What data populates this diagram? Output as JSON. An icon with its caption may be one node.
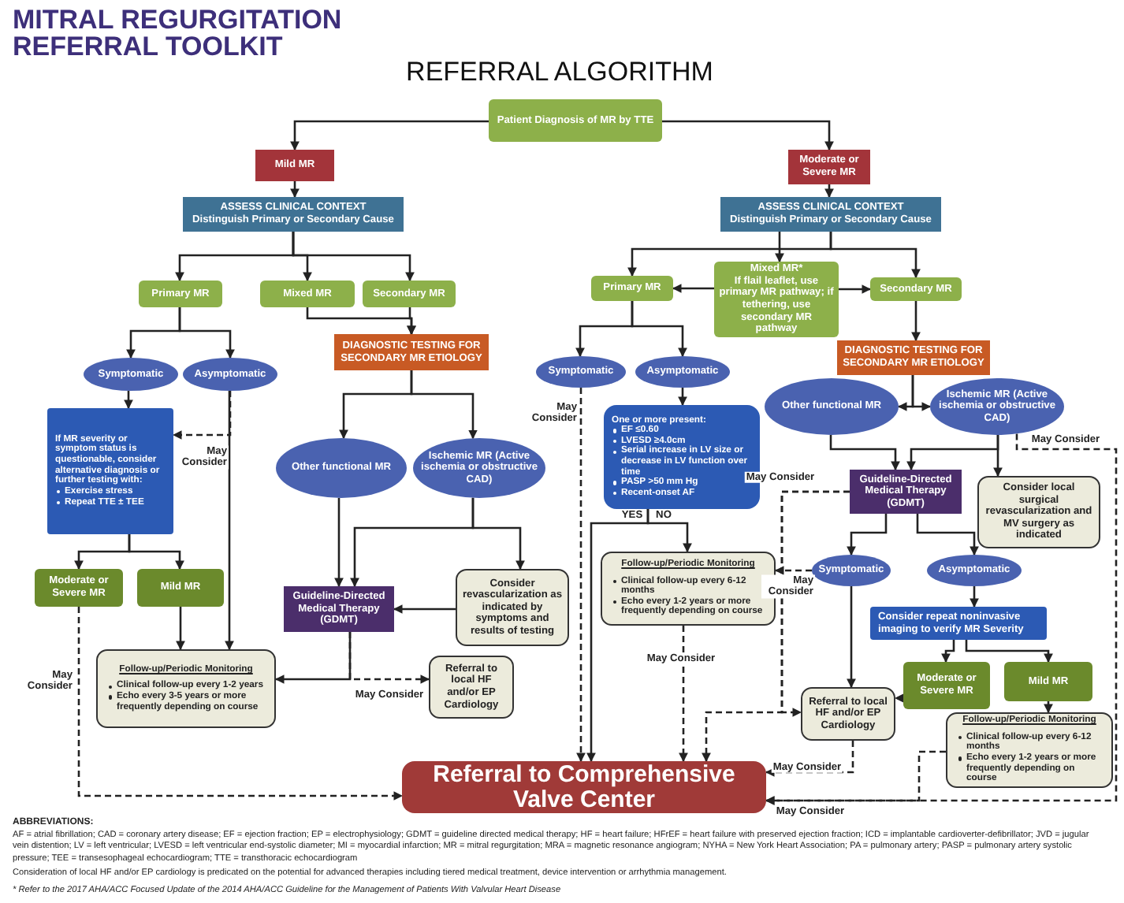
{
  "diagram": {
    "title": "REFERRAL ALGORITHM",
    "nodes": [
      {
        "text": [
          "Patient Diagnosis of MR by TTE"
        ]
      },
      {
        "text": [
          "Mild MR"
        ]
      },
      {
        "text": [
          "Moderate or Severe MR"
        ]
      },
      {
        "text": [
          "ASSESS CLINICAL CONTEXT",
          "Distinguish Primary or Secondary Cause"
        ]
      },
      {
        "text": [
          "ASSESS CLINICAL CONTEXT",
          "Distinguish Primary or Secondary Cause"
        ]
      },
      {
        "text": [
          "Primary MR"
        ]
      },
      {
        "text": [
          "Mixed MR"
        ]
      },
      {
        "text": [
          "Secondary MR"
        ]
      },
      {
        "text": [
          "Symptomatic"
        ]
      },
      {
        "text": [
          "Asymptomatic"
        ]
      },
      {
        "text": [
          "If MR severity or symptom status is questionable, consider alternative diagnosis or further testing with:",
          "Exercise stress",
          "Repeat TTE ± TEE"
        ]
      },
      {
        "text": [
          "Moderate or Severe MR"
        ]
      },
      {
        "text": [
          "Mild MR"
        ]
      },
      {
        "text": [
          "Follow-up/Periodic Monitoring",
          "Clinical follow-up every 1-2 years",
          "Echo every 3-5 years or more frequently depending on course"
        ]
      },
      {
        "text": [
          "DIAGNOSTIC TESTING FOR SECONDARY MR ETIOLOGY"
        ]
      },
      {
        "text": [
          "Other functional MR"
        ]
      },
      {
        "text": [
          "Ischemic MR (Active ischemia or obstructive CAD)"
        ]
      },
      {
        "text": [
          "Guideline-Directed Medical Therapy (GDMT)"
        ]
      },
      {
        "text": [
          "Consider revascularization as indicated by symptoms and results of testing"
        ]
      },
      {
        "text": [
          "Referral to local HF and/or EP Cardiology"
        ]
      },
      {
        "text": [
          "Referral to Comprehensive Valve Center"
        ]
      },
      {
        "text": [
          "Primary MR"
        ]
      },
      {
        "text": [
          "Mixed MR*",
          "If flail leaflet, use primary MR pathway; if tethering, use secondary MR pathway"
        ]
      },
      {
        "text": [
          "Secondary MR"
        ]
      },
      {
        "text": [
          "Symptomatic"
        ]
      },
      {
        "text": [
          "Asymptomatic"
        ]
      },
      {
        "text": [
          "One or more present:",
          "EF ≤0.60",
          "LVESD ≥4.0cm",
          "Serial increase in LV size or decrease in LV function over time",
          "PASP >50 mm Hg",
          "Recent-onset AF"
        ]
      },
      {
        "text": [
          "Follow-up/Periodic Monitoring",
          "Clinical follow-up every 6-12 months",
          "Echo every 1-2 years or more frequently depending on course"
        ]
      },
      {
        "text": [
          "DIAGNOSTIC TESTING FOR SECONDARY MR ETIOLOGY"
        ]
      },
      {
        "text": [
          "Other functional MR"
        ]
      },
      {
        "text": [
          "Ischemic MR (Active ischemia or obstructive CAD)"
        ]
      },
      {
        "text": [
          "Guideline-Directed Medical Therapy (GDMT)"
        ]
      },
      {
        "text": [
          "Consider local surgical revascularization and MV surgery as indicated"
        ]
      },
      {
        "text": [
          "Symptomatic"
        ]
      },
      {
        "text": [
          "Asymptomatic"
        ]
      },
      {
        "text": [
          "Consider repeat noninvasive imaging to verify MR Severity"
        ]
      },
      {
        "text": [
          "Moderate or Severe MR"
        ]
      },
      {
        "text": [
          "Mild MR"
        ]
      },
      {
        "text": [
          "Referral to local HF and/or EP Cardiology"
        ]
      },
      {
        "text": [
          "Follow-up/Periodic Monitoring",
          "Clinical follow-up every 6-12 months",
          "Echo every 1-2 years or more frequently depending on course"
        ]
      }
    ],
    "edges": [
      {
        "from": 0,
        "to": 1,
        "arrow": "to"
      },
      {
        "from": 0,
        "to": 2,
        "arrow": "to"
      },
      {
        "from": 1,
        "to": 3,
        "arrow": "to"
      },
      {
        "from": 2,
        "to": 4,
        "arrow": "to"
      },
      {
        "from": 3,
        "to": 5,
        "arrow": "to"
      },
      {
        "from": 3,
        "to": 6,
        "arrow": "to"
      },
      {
        "from": 3,
        "to": 7,
        "arrow": "to"
      },
      {
        "from": 5,
        "to": 8,
        "arrow": "to"
      },
      {
        "from": 5,
        "to": 9,
        "arrow": "to"
      },
      {
        "from": 6,
        "to": 14,
        "arrow": "to"
      },
      {
        "from": 7,
        "to": 14,
        "arrow": "to"
      },
      {
        "from": 8,
        "to": 10,
        "arrow": "to"
      },
      {
        "from": 9,
        "to": 10,
        "arrow": "to",
        "style": "dashed",
        "label": "May Consider"
      },
      {
        "from": 9,
        "to": 13,
        "arrow": "to"
      },
      {
        "from": 10,
        "to": 11,
        "arrow": "to"
      },
      {
        "from": 10,
        "to": 12,
        "arrow": "to"
      },
      {
        "from": 12,
        "to": 13,
        "arrow": "to"
      },
      {
        "from": 11,
        "to": 20,
        "arrow": "to",
        "style": "dashed",
        "label": "May Consider"
      },
      {
        "from": 14,
        "to": 15,
        "arrow": "to"
      },
      {
        "from": 14,
        "to": 16,
        "arrow": "to"
      },
      {
        "from": 15,
        "to": 17,
        "arrow": "to"
      },
      {
        "from": 16,
        "to": 17,
        "arrow": "to"
      },
      {
        "from": 16,
        "to": 18,
        "arrow": "to"
      },
      {
        "from": 18,
        "to": 17,
        "arrow": "to"
      },
      {
        "from": 17,
        "to": 13,
        "arrow": "to"
      },
      {
        "from": 17,
        "to": 19,
        "arrow": "to",
        "style": "dashed",
        "label": "May Consider"
      },
      {
        "from": 4,
        "to": 21,
        "arrow": "to"
      },
      {
        "from": 4,
        "to": 22,
        "arrow": "to"
      },
      {
        "from": 4,
        "to": 23,
        "arrow": "to"
      },
      {
        "from": 22,
        "to": 21,
        "arrow": "to"
      },
      {
        "from": 22,
        "to": 23,
        "arrow": "to"
      },
      {
        "from": 21,
        "to": 24,
        "arrow": "to"
      },
      {
        "from": 21,
        "to": 25,
        "arrow": "to"
      },
      {
        "from": 23,
        "to": 28,
        "arrow": "to"
      },
      {
        "from": 24,
        "to": 20,
        "arrow": "to",
        "style": "dashed",
        "label": "May Consider"
      },
      {
        "from": 25,
        "to": 26,
        "arrow": "to"
      },
      {
        "from": 26,
        "to": 20,
        "arrow": "to",
        "label": "YES"
      },
      {
        "from": 26,
        "to": 27,
        "arrow": "to",
        "label": "NO"
      },
      {
        "from": 27,
        "to": 20,
        "arrow": "to",
        "style": "dashed",
        "label": "May Consider"
      },
      {
        "from": 28,
        "to": 29,
        "arrow": "to"
      },
      {
        "from": 28,
        "to": 30,
        "arrow": "to"
      },
      {
        "from": 29,
        "to": 31,
        "arrow": "to"
      },
      {
        "from": 30,
        "to": 31,
        "arrow": "to"
      },
      {
        "from": 30,
        "to": 32,
        "arrow": "to"
      },
      {
        "from": 30,
        "to": 20,
        "arrow": "to",
        "style": "dashed",
        "label": "May Consider"
      },
      {
        "from": 31,
        "to": 38,
        "arrow": "to",
        "style": "dashed",
        "label": "May Consider"
      },
      {
        "from": 31,
        "to": 20,
        "arrow": "to",
        "style": "dashed"
      },
      {
        "from": 31,
        "to": 33,
        "arrow": "to"
      },
      {
        "from": 31,
        "to": 34,
        "arrow": "to"
      },
      {
        "from": 33,
        "to": 27,
        "arrow": "to",
        "style": "dashed",
        "label": "May Consider"
      },
      {
        "from": 33,
        "to": 38,
        "arrow": "to"
      },
      {
        "from": 34,
        "to": 35,
        "arrow": "to"
      },
      {
        "from": 35,
        "to": 36,
        "arrow": "to"
      },
      {
        "from": 35,
        "to": 37,
        "arrow": "to"
      },
      {
        "from": 36,
        "to": 38,
        "arrow": "to",
        "style": "dashed"
      },
      {
        "from": 37,
        "to": 39,
        "arrow": "to"
      },
      {
        "from": 38,
        "to": 20,
        "arrow": "to",
        "style": "dashed",
        "label": "May Consider"
      },
      {
        "from": 39,
        "to": 20,
        "arrow": "to",
        "style": "dashed",
        "label": "May Consider"
      }
    ],
    "labels": [
      "MITRAL REGURGITATION REFERRAL TOOLKIT",
      "ABBREVIATIONS:",
      "AF = atrial fibrillation; CAD = coronary artery disease; EF = ejection fraction; EP = electrophysiology; GDMT = guideline directed medical therapy; HF = heart failure; HFrEF = heart failure with preserved ejection fraction; ICD = implantable cardioverter-defibrillator; JVD = jugular vein distention; LV = left ventricular; LVESD = left ventricular end-systolic diameter; MI = myocardial infarction; MR = mitral regurgitation; MRA = magnetic resonance angiogram; NYHA = New York Heart Association; PA = pulmonary artery; PASP = pulmonary artery systolic pressure; TEE = transesophageal echocardiogram; TTE = transthoracic echocardiogram",
      "Consideration of local HF and/or EP cardiology is predicated on the potential for advanced therapies including tiered medical treatment, device intervention or arrhythmia management.",
      "* Refer to the 2017 AHA/ACC Focused Update of the 2014 AHA/ACC Guideline for the Management of Patients With Valvular Heart Disease"
    ]
  }
}
